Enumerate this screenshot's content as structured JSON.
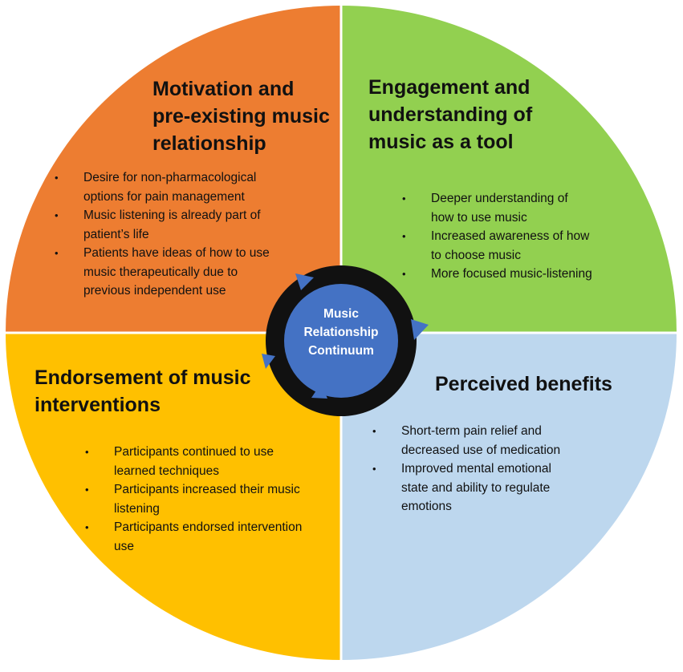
{
  "colors": {
    "top_left": "#ED7D31",
    "top_right": "#92D050",
    "bottom_left": "#FFC000",
    "bottom_right": "#BDD7EE",
    "cycle_ring": "#111111",
    "center_fill": "#4472C4",
    "arrow_fill": "#4472C4",
    "divider": "#ffffff"
  },
  "center": {
    "lines": [
      "Music",
      "Relationship",
      "Continuum"
    ]
  },
  "quadrants": {
    "top_left": {
      "title_lines": [
        "Motivation and",
        "pre-existing music",
        "relationship"
      ],
      "bullets": [
        [
          "Desire for non-pharmacological",
          "options for pain management"
        ],
        [
          "Music listening is already part of",
          "patient’s life"
        ],
        [
          "Patients have ideas of how to use",
          "music therapeutically due to",
          "previous independent use"
        ]
      ]
    },
    "top_right": {
      "title_lines": [
        "Engagement and",
        "understanding of",
        "music as a tool"
      ],
      "bullets": [
        [
          "Deeper understanding of",
          "how to use music"
        ],
        [
          "Increased awareness of how",
          "to choose music"
        ],
        [
          "More focused music-listening"
        ]
      ]
    },
    "bottom_left": {
      "title_lines": [
        "Endorsement of music",
        "interventions"
      ],
      "bullets": [
        [
          "Participants continued to use",
          "learned techniques"
        ],
        [
          "Participants increased their music",
          "listening"
        ],
        [
          "Participants endorsed intervention",
          "use"
        ]
      ]
    },
    "bottom_right": {
      "title_lines": [
        "Perceived benefits"
      ],
      "bullets": [
        [
          "Short-term pain relief and",
          "decreased use of medication"
        ],
        [
          "Improved mental emotional",
          "state and ability to regulate",
          "emotions"
        ]
      ]
    }
  }
}
